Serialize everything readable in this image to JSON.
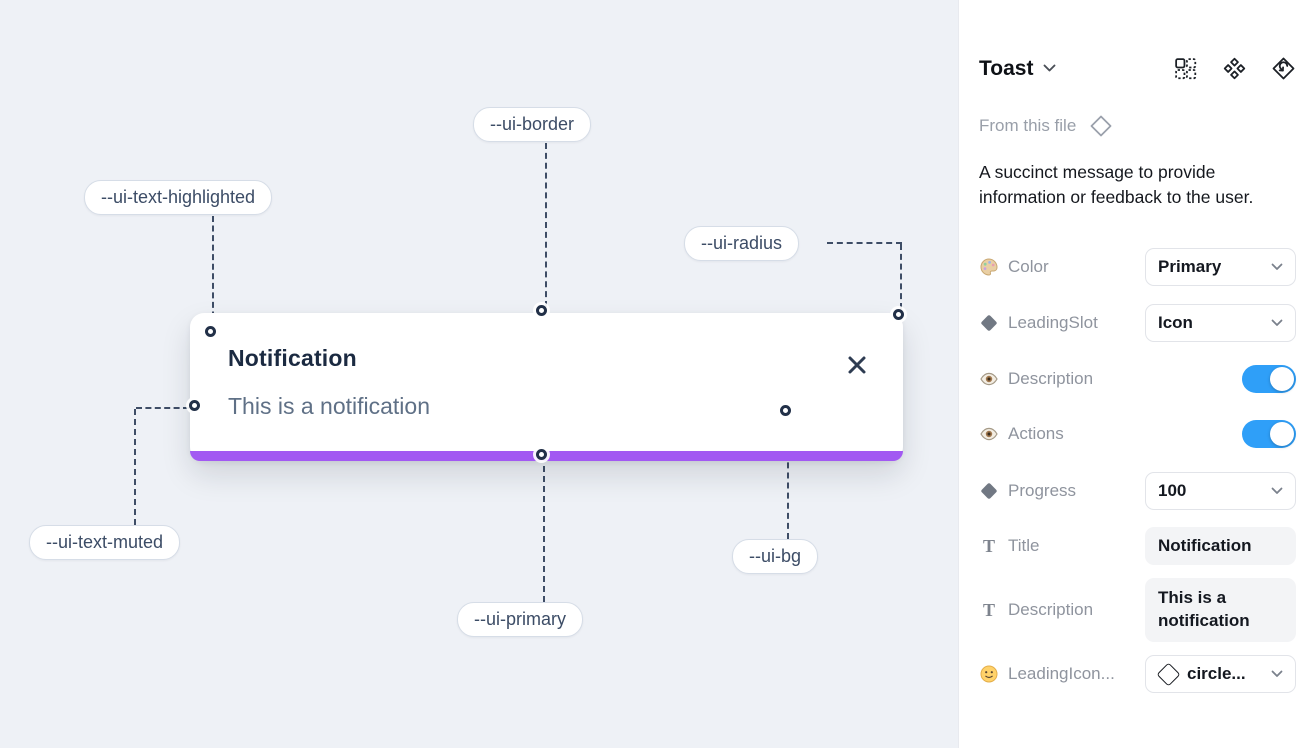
{
  "canvas": {
    "toast": {
      "title": "Notification",
      "description": "This is a notification"
    },
    "labels": [
      {
        "text": "--ui-border"
      },
      {
        "text": "--ui-text-highlighted"
      },
      {
        "text": "--ui-radius"
      },
      {
        "text": "--ui-text-muted"
      },
      {
        "text": "--ui-primary"
      },
      {
        "text": "--ui-bg"
      }
    ],
    "colors": {
      "primary_bar": "#a259f2",
      "background": "#eef1f6",
      "connector": "#3e4d66"
    }
  },
  "panel": {
    "title": "Toast",
    "source": "From this file",
    "description": "A succinct message to provide information or feedback to the user.",
    "properties": [
      {
        "label": "Color",
        "type": "select",
        "value": "Primary",
        "icon": "palette-icon"
      },
      {
        "label": "LeadingSlot",
        "type": "select",
        "value": "Icon",
        "icon": "diamond-icon"
      },
      {
        "label": "Description",
        "type": "toggle",
        "value": "on",
        "icon": "eye-icon"
      },
      {
        "label": "Actions",
        "type": "toggle",
        "value": "on",
        "icon": "eye-icon"
      },
      {
        "label": "Progress",
        "type": "select",
        "value": "100",
        "icon": "diamond-icon"
      },
      {
        "label": "Title",
        "type": "text",
        "value": "Notification",
        "icon": "text-icon"
      },
      {
        "label": "Description",
        "type": "text",
        "value": "This is a notification",
        "icon": "text-icon"
      },
      {
        "label": "LeadingIcon...",
        "type": "select",
        "value": "circle...",
        "icon": "smiley-icon"
      }
    ],
    "colors": {
      "toggle_on": "#2f9ff8"
    }
  }
}
